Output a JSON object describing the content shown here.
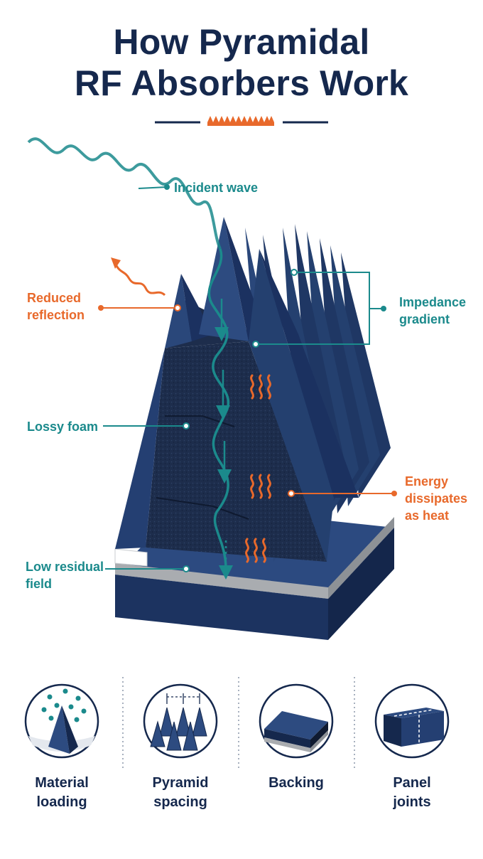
{
  "title": {
    "line1": "How Pyramidal",
    "line2": "RF Absorbers Work"
  },
  "colors": {
    "navy": "#15284d",
    "panel": "#243f72",
    "teal": "#1b8a8c",
    "orange": "#e8692b"
  },
  "labels": {
    "incident_wave": "Incident wave",
    "reduced_reflection": {
      "line1": "Reduced",
      "line2": "reflection"
    },
    "impedance_gradient": {
      "line1": "Impedance",
      "line2": "gradient"
    },
    "lossy_foam": "Lossy foam",
    "energy_dissipates": {
      "line1": "Energy",
      "line2": "dissipates",
      "line3": "as heat"
    },
    "low_residual_field": {
      "line1": "Low residual",
      "line2": "field"
    }
  },
  "factors": [
    {
      "line1": "Material",
      "line2": "loading",
      "icon": "material-loading-icon"
    },
    {
      "line1": "Pyramid",
      "line2": "spacing",
      "icon": "pyramid-spacing-icon"
    },
    {
      "line1": "Backing",
      "line2": "",
      "icon": "backing-icon"
    },
    {
      "line1": "Panel",
      "line2": "joints",
      "icon": "panel-joints-icon"
    }
  ]
}
